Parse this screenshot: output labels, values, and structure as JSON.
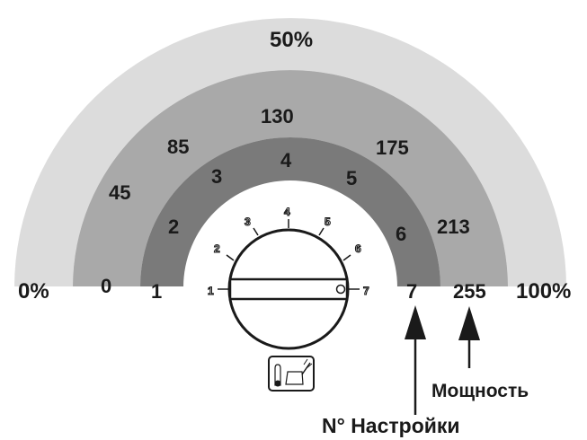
{
  "power_ring": {
    "min_label": "0%",
    "mid_label": "50%",
    "max_label": "100%"
  },
  "power_values": [
    "0",
    "45",
    "85",
    "130",
    "175",
    "213",
    "255"
  ],
  "settings": [
    "1",
    "2",
    "3",
    "4",
    "5",
    "6",
    "7"
  ],
  "dial_numbers": [
    "1",
    "2",
    "3",
    "4",
    "5",
    "6",
    "7"
  ],
  "callouts": {
    "power": "Мощность",
    "setting": "N° Настройки"
  },
  "colors": {
    "outer_band": "#d4d4d4",
    "middle_band": "#a9a9a9",
    "inner_band": "#7a7a7a",
    "ink": "#1a1a1a"
  },
  "icons": [
    "soldering-iron-stand-icon"
  ]
}
